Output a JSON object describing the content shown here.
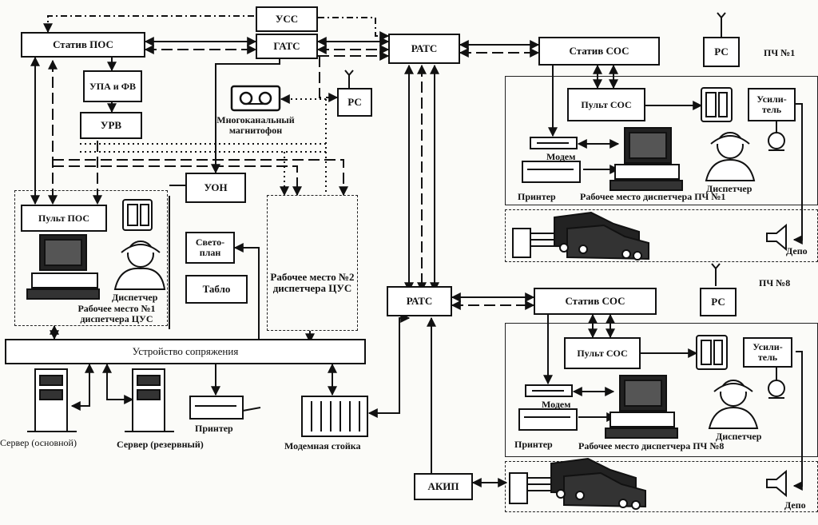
{
  "boxes": {
    "uss": "УСС",
    "gats": "ГАТС",
    "stativ_pos": "Статив ПОС",
    "upa_fv": "УПА и ФВ",
    "urv": "УРВ",
    "rats_top": "РАТС",
    "rats_bottom": "РАТС",
    "rs_center": "РС",
    "rs_pch1": "РС",
    "rs_pch8": "РС",
    "stativ_sos_1": "Статив СОС",
    "stativ_sos_8": "Статив СОС",
    "pult_sos_1": "Пульт СОС",
    "pult_sos_8": "Пульт СОС",
    "usilitel_1": "Усили-тель",
    "usilitel_8": "Усили-тель",
    "pult_pos": "Пульт ПОС",
    "uon": "УОН",
    "svetoplan": "Свето-план",
    "tablo": "Табло",
    "ustroystvo": "Устройство сопряжения",
    "akip": "АКИП"
  },
  "labels": {
    "magnitofon": "Многоканальный магнитофон",
    "rm2": "Рабочее место №2 диспетчера ЦУС",
    "dispetcher_left": "Диспетчер",
    "rm1_left": "Рабочее место №1 диспетчера ЦУС",
    "server_main": "Сервер (основной)",
    "server_reserve": "Сервер (резервный)",
    "printer_left": "Принтер",
    "modem_rack": "Модемная стойка",
    "pch1": "ПЧ №1",
    "pch8": "ПЧ №8",
    "modem_1": "Модем",
    "printer_1": "Принтер",
    "rm_pch1": "Рабочее место диспетчера ПЧ №1",
    "dispetcher_1": "Диспетчер",
    "depo_1": "Депо",
    "modem_8": "Модем",
    "printer_8": "Принтер",
    "rm_pch8": "Рабочее место диспетчера ПЧ №8",
    "dispetcher_8": "Диспетчер",
    "depo_8": "Депо"
  }
}
